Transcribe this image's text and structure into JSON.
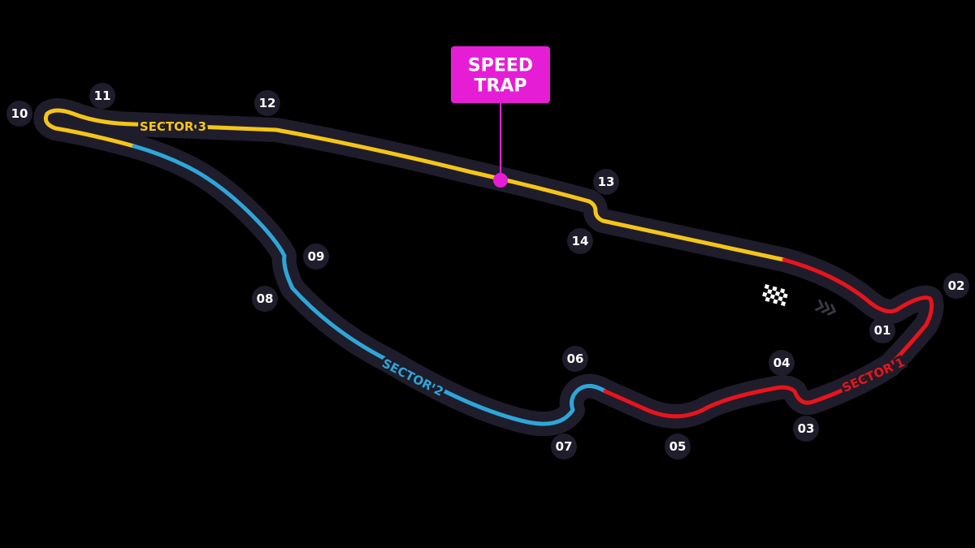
{
  "track": {
    "colors": {
      "outline": "#1f1d2b",
      "sector_1": "#e8141c",
      "sector_2": "#2ea6d9",
      "sector_3": "#f5c518",
      "speed_trap": "#e51ed6"
    },
    "sector_labels": {
      "sector_1": "SECTOR 1",
      "sector_2": "SECTOR 2",
      "sector_3": "SECTOR 3"
    },
    "speed_trap": {
      "line_1": "SPEED",
      "line_2": "TRAP"
    },
    "turns": [
      "01",
      "02",
      "03",
      "04",
      "05",
      "06",
      "07",
      "08",
      "09",
      "10",
      "11",
      "12",
      "13",
      "14"
    ],
    "icons": {
      "start_finish": "checkered-flag-icon",
      "direction": "direction-chevrons-icon"
    }
  }
}
